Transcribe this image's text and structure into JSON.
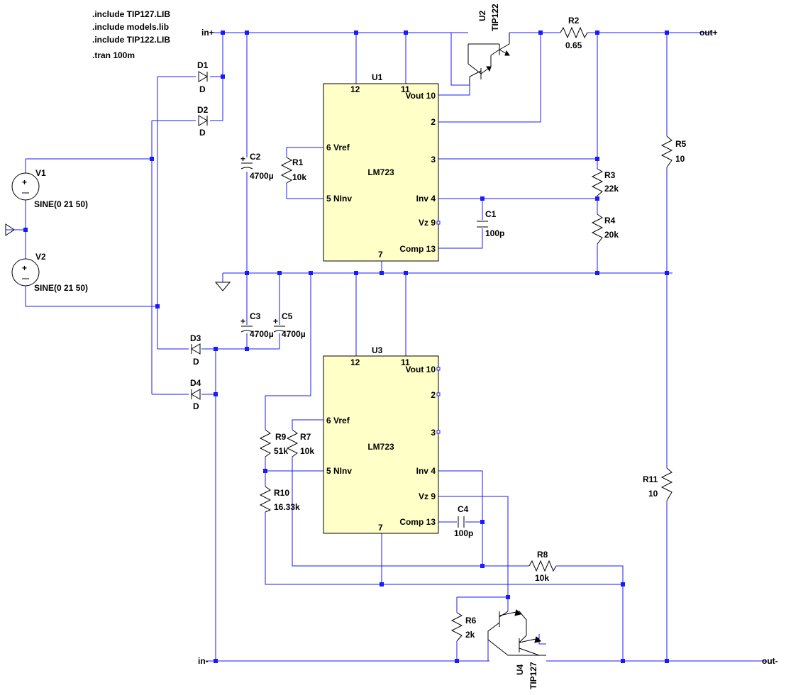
{
  "directives": [
    ".include TIP127.LIB",
    ".include models.lib",
    ".include TIP122.LIB",
    ".tran 100m"
  ],
  "nets": {
    "in_plus": "in+",
    "out_plus": "out+",
    "in_minus": "in-",
    "out_minus": "out-"
  },
  "sources": [
    {
      "ref": "V1",
      "value": "SINE(0 21 50)"
    },
    {
      "ref": "V2",
      "value": "SINE(0 21 50)"
    }
  ],
  "diodes": [
    {
      "ref": "D1",
      "model": "D"
    },
    {
      "ref": "D2",
      "model": "D"
    },
    {
      "ref": "D3",
      "model": "D"
    },
    {
      "ref": "D4",
      "model": "D"
    }
  ],
  "capacitors": [
    {
      "ref": "C2",
      "value": "4700µ"
    },
    {
      "ref": "C3",
      "value": "4700µ"
    },
    {
      "ref": "C5",
      "value": "4700µ"
    },
    {
      "ref": "C1",
      "value": "100p"
    },
    {
      "ref": "C4",
      "value": "100p"
    }
  ],
  "resistors": [
    {
      "ref": "R1",
      "value": "10k"
    },
    {
      "ref": "R2",
      "value": "0.65"
    },
    {
      "ref": "R3",
      "value": "22k"
    },
    {
      "ref": "R4",
      "value": "20k"
    },
    {
      "ref": "R5",
      "value": "10"
    },
    {
      "ref": "R6",
      "value": "2k"
    },
    {
      "ref": "R7",
      "value": "10k"
    },
    {
      "ref": "R8",
      "value": "10k"
    },
    {
      "ref": "R9",
      "value": "51k"
    },
    {
      "ref": "R10",
      "value": "16.33k"
    },
    {
      "ref": "R11",
      "value": "10"
    }
  ],
  "transistors": [
    {
      "ref": "U2",
      "model": "TIP122"
    },
    {
      "ref": "U4",
      "model": "TIP127"
    }
  ],
  "ics": [
    {
      "ref": "U1",
      "model": "LM723",
      "pins": {
        "p12": "12",
        "p11": "11",
        "vout": "Vout 10",
        "p2": "2",
        "p3": "3",
        "vref": "6 Vref",
        "ninv": "5 NInv",
        "inv": "Inv 4",
        "vz": "Vz 9",
        "comp": "Comp 13",
        "p7": "7"
      }
    },
    {
      "ref": "U3",
      "model": "LM723",
      "pins": {
        "p12": "12",
        "p11": "11",
        "vout": "Vout 10",
        "p2": "2",
        "p3": "3",
        "vref": "6 Vref",
        "ninv": "5 NInv",
        "inv": "Inv 4",
        "vz": "Vz 9",
        "comp": "Comp 13",
        "p7": "7"
      }
    }
  ]
}
